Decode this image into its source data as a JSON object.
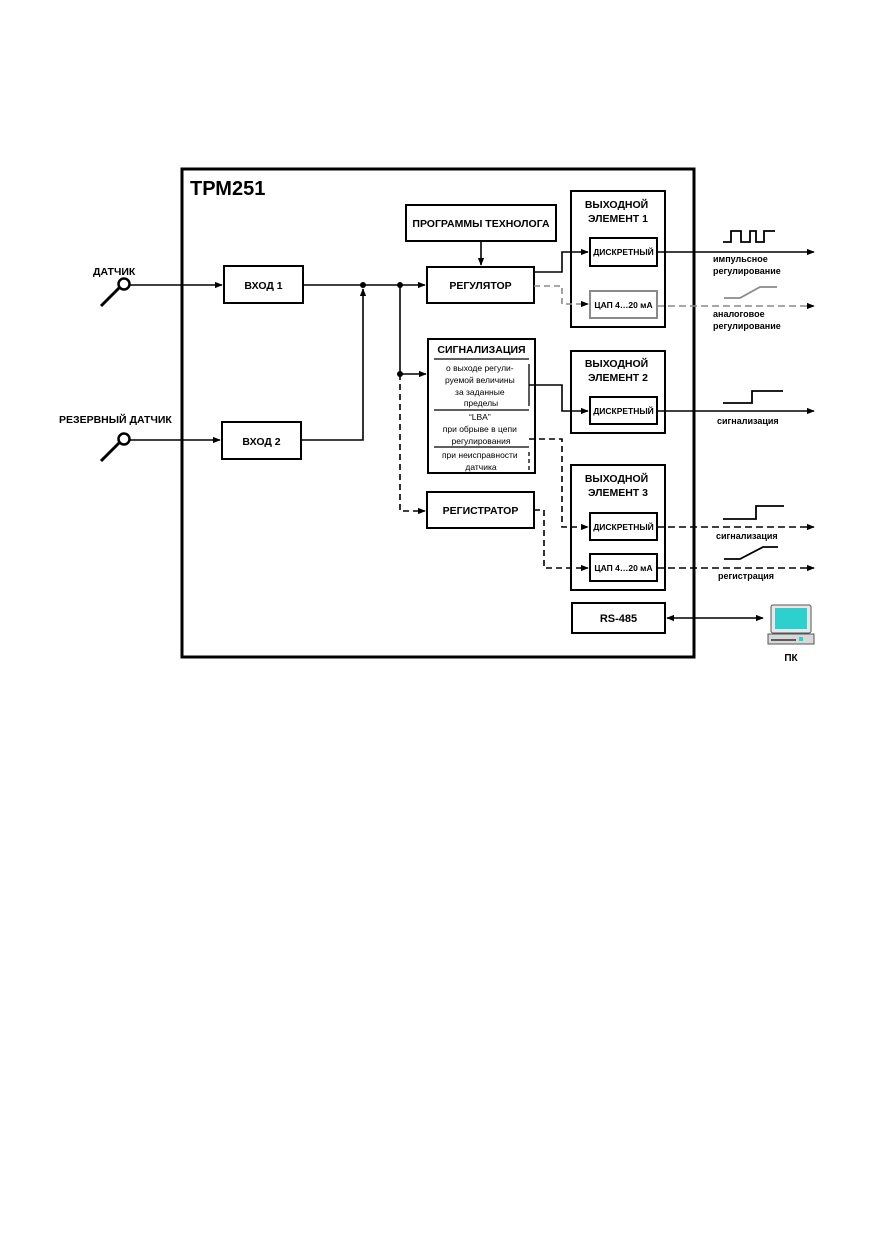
{
  "title": "ТРМ251",
  "inputs": {
    "sensor": "ДАТЧИК",
    "backup_sensor": "РЕЗЕРВНЫЙ ДАТЧИК",
    "in1": "ВХОД 1",
    "in2": "ВХОД 2"
  },
  "program": "ПРОГРАММЫ ТЕХНОЛОГА",
  "regulator": "РЕГУЛЯТОР",
  "signaling": {
    "title": "СИГНАЛИЗАЦИЯ",
    "item1": [
      "о выходе регули-",
      "руемой величины",
      "за заданные",
      "пределы"
    ],
    "item2": [
      "“LBA”",
      "при обрыве в цепи",
      "регулирования"
    ],
    "item3": [
      "при неисправности",
      "датчика"
    ]
  },
  "recorder": "РЕГИСТРАТОР",
  "out1": {
    "title": [
      "ВЫХОДНОЙ",
      "ЭЛЕМЕНТ  1"
    ],
    "discrete": "ДИСКРЕТНЫЙ",
    "dac": "ЦАП 4…20 мА"
  },
  "out2": {
    "title": [
      "ВЫХОДНОЙ",
      "ЭЛЕМЕНТ 2"
    ],
    "discrete": "ДИСКРЕТНЫЙ"
  },
  "out3": {
    "title": [
      "ВЫХОДНОЙ",
      "ЭЛЕМЕНТ 3"
    ],
    "discrete": "ДИСКРЕТНЫЙ",
    "dac": "ЦАП 4…20 мА"
  },
  "rs485": "RS-485",
  "outputs": {
    "pulse": [
      "импульсное",
      "регулирование"
    ],
    "analog": [
      "аналоговое",
      "регулирование"
    ],
    "signal2": "сигнализация",
    "signal3": "сигнализация",
    "record": "регистрация"
  },
  "pc": "ПК"
}
